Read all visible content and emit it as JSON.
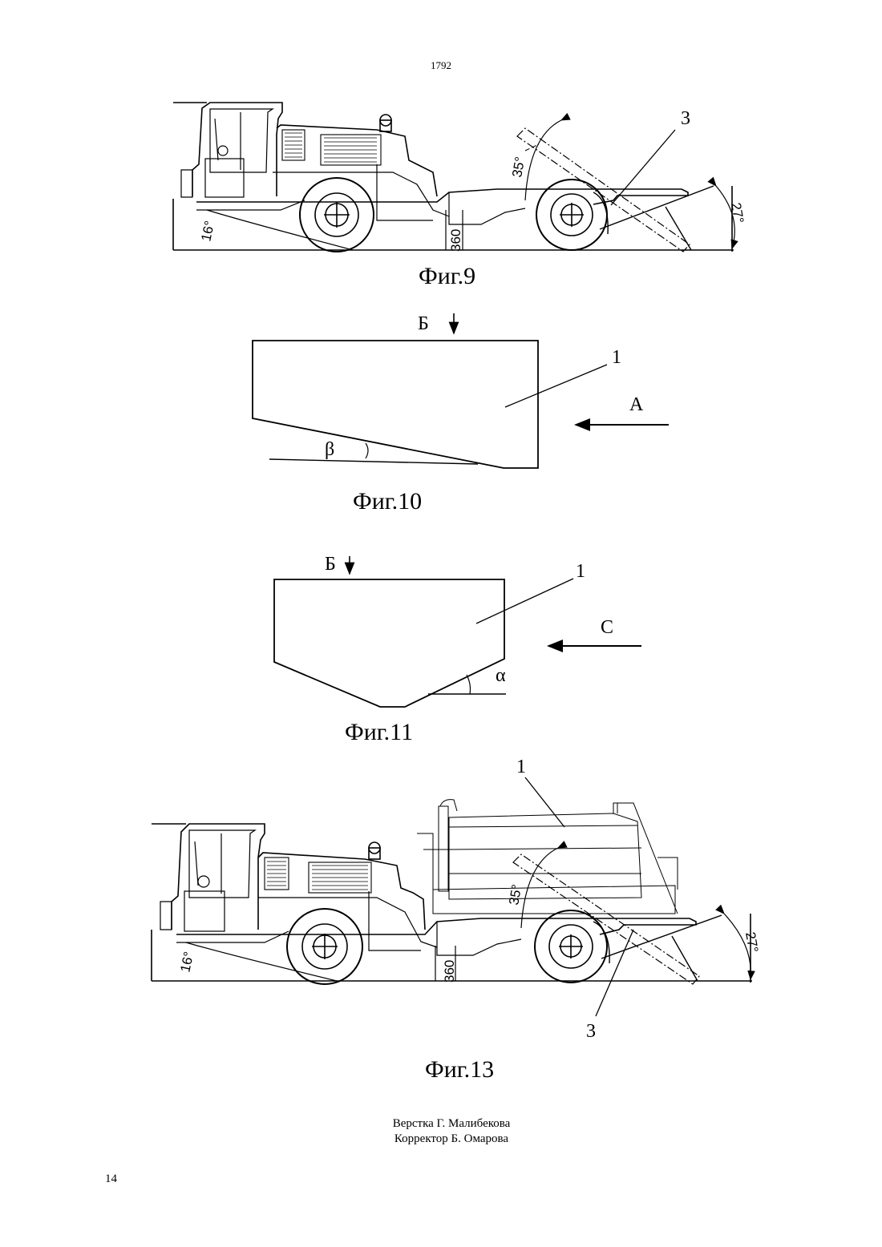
{
  "header": {
    "number": "1792"
  },
  "figures": {
    "fig9": {
      "caption": "Фиг.9",
      "callout": "3",
      "angle_top": "35°",
      "angle_right": "27°",
      "angle_left": "16°",
      "height": "360"
    },
    "fig10": {
      "caption": "Фиг.10",
      "view_label": "Б",
      "callout": "1",
      "arrow_label": "A",
      "angle": "β"
    },
    "fig11": {
      "caption": "Фиг.11",
      "view_label": "Б",
      "callout": "1",
      "arrow_label": "C",
      "angle": "α"
    },
    "fig13": {
      "caption": "Фиг.13",
      "callout_tank": "1",
      "callout_ramp": "3",
      "angle_top": "35°",
      "angle_right": "27°",
      "angle_left": "16°",
      "height": "360"
    }
  },
  "footer": {
    "credits": [
      "Верстка Г. Малибекова",
      "Корректор Б. Омарова"
    ],
    "page_number": "14"
  }
}
